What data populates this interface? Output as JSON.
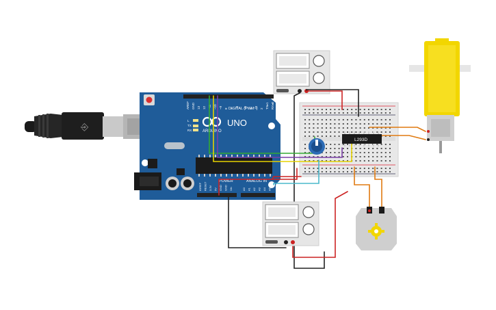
{
  "arduino": {
    "brand": "ARDUINO",
    "model": "UNO",
    "digital_header": "DIGITAL (PWM~)",
    "power_header": "POWER",
    "analog_header": "ANALOG IN",
    "top_pins": [
      "AREF",
      "GND",
      "13",
      "12",
      "~11",
      "~10",
      "~9",
      "8",
      "7",
      "~6",
      "~5",
      "4",
      "~3",
      "2",
      "TX▸1",
      "RX◂0"
    ],
    "power_pins": [
      "IOREF",
      "RESET",
      "3.3V",
      "5V",
      "GND",
      "GND",
      "Vin"
    ],
    "analog_pins": [
      "A0",
      "A1",
      "A2",
      "A3",
      "A4",
      "A5"
    ],
    "led_labels": [
      "L",
      "TX",
      "RX"
    ],
    "board_color": "#1f5c99"
  },
  "motor_driver": {
    "label": "L293D"
  },
  "colors": {
    "wire_red": "#cc2222",
    "wire_black": "#222222",
    "wire_green": "#33aa33",
    "wire_yellow": "#e6d200",
    "wire_purple": "#7a3ea8",
    "wire_cyan": "#4ab8cc",
    "wire_orange": "#e07a10",
    "motor_yellow": "#f2d600"
  },
  "components": {
    "usb_cable": "usb-cable",
    "battery_top": "power-supply",
    "battery_bottom": "power-supply",
    "potentiometer": "potentiometer",
    "dc_motor": "dc-motor",
    "gear_motor": "gear-motor"
  }
}
